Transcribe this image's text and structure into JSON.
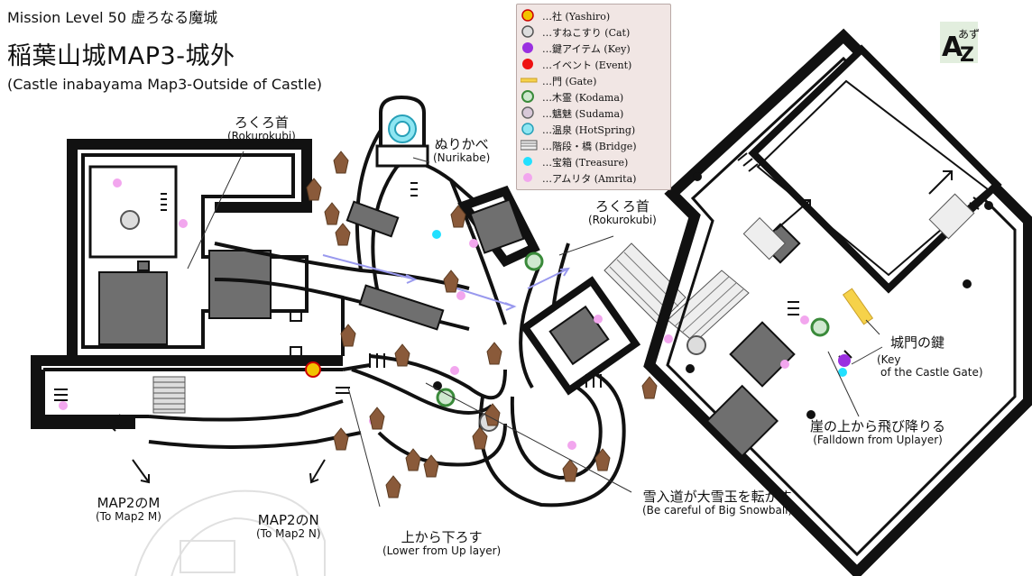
{
  "header": {
    "mission": "Mission Level 50 虚ろなる魔城",
    "title": "稲葉山城MAP3-城外",
    "subtitle": "(Castle inabayama Map3-Outside of Castle)"
  },
  "logo": {
    "text": "あず",
    "letters": "AZ"
  },
  "legend": [
    {
      "icon": "yashiro-icon",
      "text": "…社 (Yashiro)"
    },
    {
      "icon": "cat-icon",
      "text": "…すねこすり (Cat)"
    },
    {
      "icon": "key-icon",
      "text": "…鍵アイテム (Key)"
    },
    {
      "icon": "event-icon",
      "text": "…イベント (Event)"
    },
    {
      "icon": "gate-icon",
      "text": "…門 (Gate)"
    },
    {
      "icon": "kodama-icon",
      "text": "…木霊 (Kodama)"
    },
    {
      "icon": "sudama-icon",
      "text": "…魑魅 (Sudama)"
    },
    {
      "icon": "hotspring-icon",
      "text": "…温泉 (HotSpring)"
    },
    {
      "icon": "bridge-icon",
      "text": "…階段・橋 (Bridge)"
    },
    {
      "icon": "treasure-icon",
      "text": "…宝箱 (Treasure)"
    },
    {
      "icon": "amrita-icon",
      "text": "…アムリタ (Amrita)"
    }
  ],
  "labels": {
    "rokurokubi_left": {
      "jp": "ろくろ首",
      "en": "(Rokurokubi)"
    },
    "nurikabe": {
      "jp": "ぬりかべ",
      "en": "(Nurikabe)"
    },
    "rokurokubi_right": {
      "jp": "ろくろ首",
      "en": "(Rokurokubi)"
    },
    "castle_key": {
      "jp": "城門の鍵",
      "en1": "(Key",
      "en2": "of the Castle Gate)"
    },
    "falldown": {
      "jp": "崖の上から飛び降りる",
      "en": "(Falldown from Uplayer)"
    },
    "snowball": {
      "jp": "雪入道が大雪玉を転がす",
      "en": "(Be careful of Big Snowball)"
    },
    "lower": {
      "jp": "上から下ろす",
      "en": "(Lower from Up layer)"
    },
    "map2m": {
      "jp": "MAP2のM",
      "en": "(To Map2 M)"
    },
    "map2n": {
      "jp": "MAP2のN",
      "en": "(To Map2 N)"
    }
  },
  "colors": {
    "wall": "#111111",
    "block": "#6f6f6f",
    "amrita": "#f2a6ee",
    "treasure": "#22e0ff",
    "key": "#9a30e0",
    "kodama": "#4fa84f",
    "legend_bg": "#f1e6e4",
    "path": "#9999ee"
  }
}
